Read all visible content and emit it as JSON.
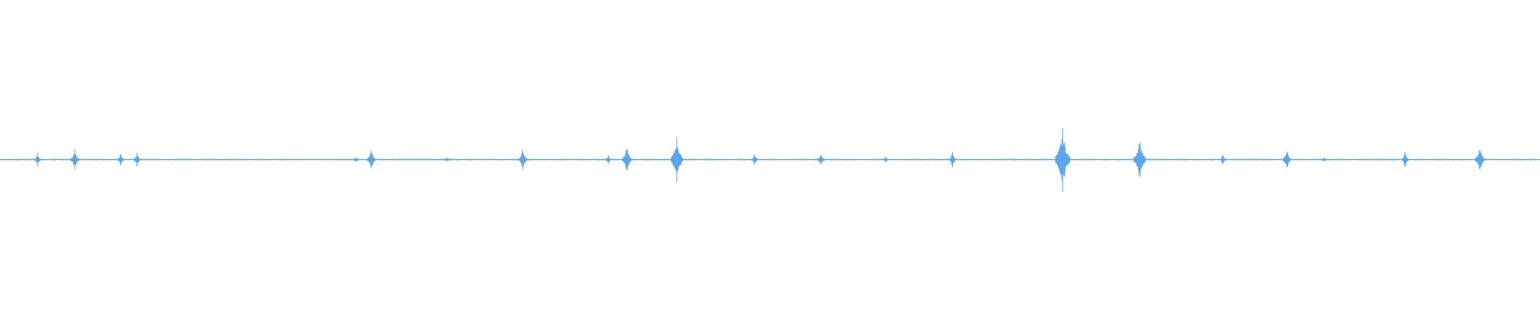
{
  "waveform": {
    "color": "#5aa5e6",
    "baseline_level": 0.0,
    "duration_fraction_span": [
      0,
      1
    ],
    "peaks": [
      {
        "t": 0.0245,
        "amp": 0.045
      },
      {
        "t": 0.0485,
        "amp": 0.065
      },
      {
        "t": 0.0785,
        "amp": 0.045
      },
      {
        "t": 0.089,
        "amp": 0.045
      },
      {
        "t": 0.231,
        "amp": 0.02
      },
      {
        "t": 0.241,
        "amp": 0.075
      },
      {
        "t": 0.29,
        "amp": 0.015
      },
      {
        "t": 0.3395,
        "amp": 0.08
      },
      {
        "t": 0.395,
        "amp": 0.035
      },
      {
        "t": 0.407,
        "amp": 0.09
      },
      {
        "t": 0.4395,
        "amp": 0.15
      },
      {
        "t": 0.49,
        "amp": 0.04
      },
      {
        "t": 0.533,
        "amp": 0.045
      },
      {
        "t": 0.575,
        "amp": 0.02
      },
      {
        "t": 0.6185,
        "amp": 0.055
      },
      {
        "t": 0.69,
        "amp": 0.2
      },
      {
        "t": 0.74,
        "amp": 0.145
      },
      {
        "t": 0.794,
        "amp": 0.035
      },
      {
        "t": 0.8355,
        "amp": 0.075
      },
      {
        "t": 0.86,
        "amp": 0.015
      },
      {
        "t": 0.9125,
        "amp": 0.06
      },
      {
        "t": 0.961,
        "amp": 0.095
      }
    ]
  }
}
